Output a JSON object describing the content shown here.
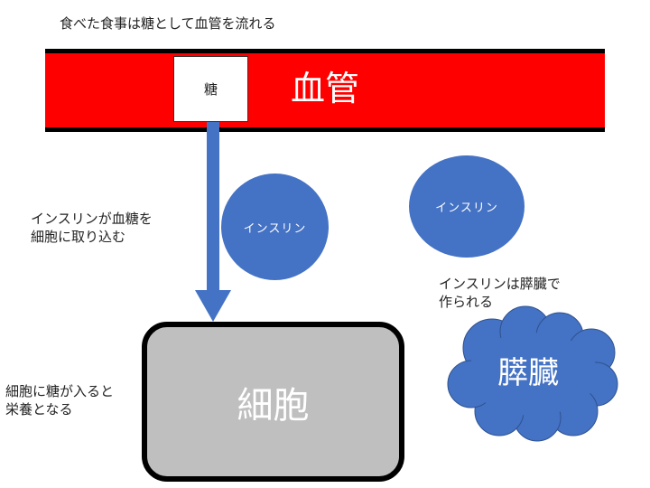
{
  "captions": {
    "top": "食べた食事は糖として血管を流れる",
    "arrow_line1": "インスリンが血糖を",
    "arrow_line2": "細胞に取り込む",
    "pancreas_line1": "インスリンは膵臓で",
    "pancreas_line2": "作られる",
    "cell_line1": "細胞に糖が入ると",
    "cell_line2": "栄養となる"
  },
  "vessel": {
    "label": "血管"
  },
  "sugar": {
    "label": "糖"
  },
  "insulin": [
    {
      "label": "インスリン"
    },
    {
      "label": "インスリン"
    }
  ],
  "cell": {
    "label": "細胞"
  },
  "pancreas": {
    "label": "膵臓"
  },
  "colors": {
    "vessel": "#ff0000",
    "insulin": "#4472c4",
    "arrow": "#4472c4",
    "cell": "#bfbfbf",
    "pancreas": "#4472c4"
  }
}
